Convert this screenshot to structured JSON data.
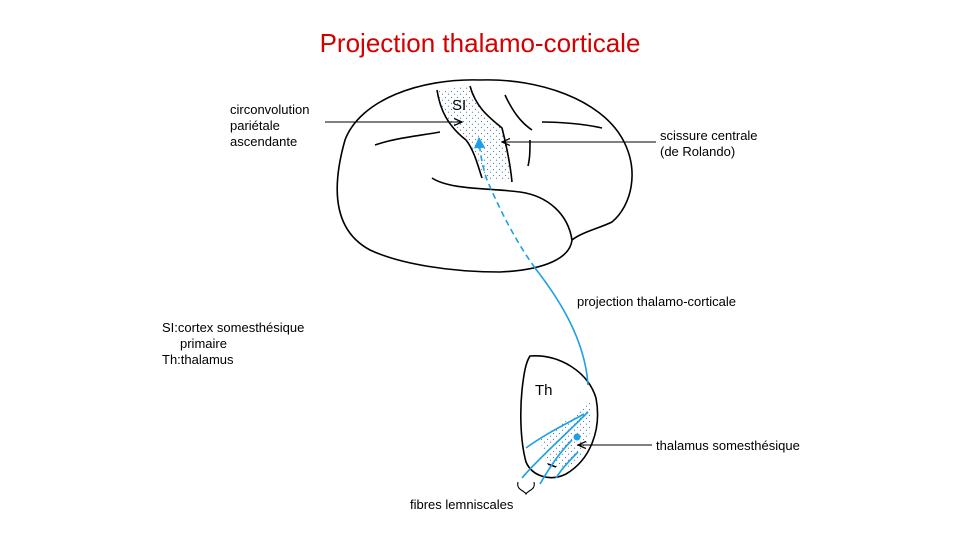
{
  "title": "Projection thalamo-corticale",
  "labels": {
    "circonvolution": [
      "circonvolution",
      "pariétale",
      "ascendante"
    ],
    "scissure": [
      "scissure centrale",
      "(de Rolando)"
    ],
    "si": "SI",
    "projection": "projection thalamo-corticale",
    "legend": [
      "SI:cortex somesthésique",
      "primaire",
      "Th:thalamus"
    ],
    "th": "Th",
    "thalamus_somesthesique": "thalamus somesthésique",
    "fibres": "fibres lemniscales"
  },
  "colors": {
    "title": "#d40000",
    "pathway": "#1ea0e6",
    "outline": "#000000"
  }
}
